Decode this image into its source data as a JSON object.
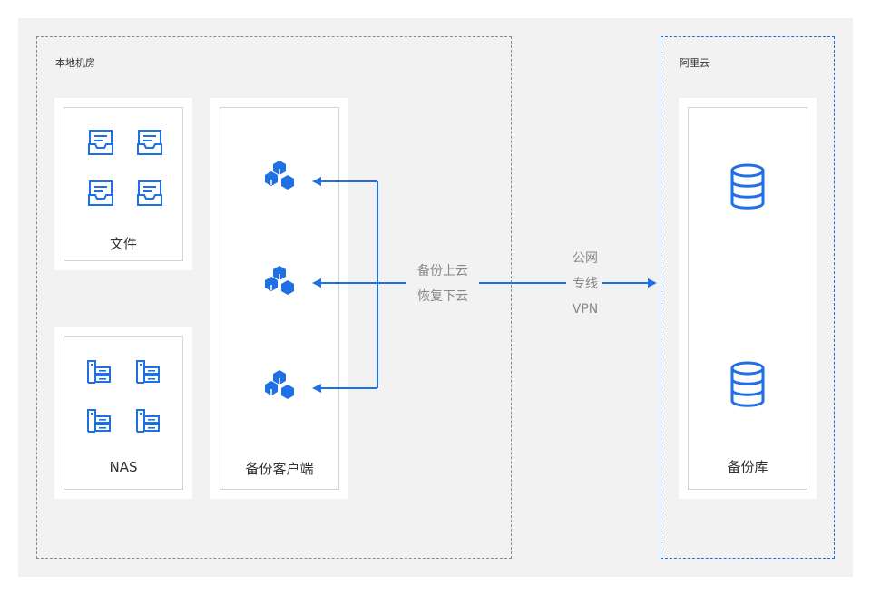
{
  "groups": {
    "local": {
      "title": "本地机房"
    },
    "cloud": {
      "title": "阿里云"
    }
  },
  "cards": {
    "files": {
      "label": "文件"
    },
    "nas": {
      "label": "NAS"
    },
    "client": {
      "label": "备份客户端"
    },
    "repo": {
      "label": "备份库"
    }
  },
  "flows": {
    "left": [
      "备份上云",
      "恢复下云"
    ],
    "right": [
      "公网",
      "专线",
      "VPN"
    ]
  },
  "colors": {
    "accent": "#1f6fe5",
    "line": "#1f6fe5",
    "canvas": "#f2f2f2"
  },
  "icons": {
    "file": "file-tray-icon",
    "nas": "server-icon",
    "client": "cubes-icon",
    "db": "database-icon"
  }
}
